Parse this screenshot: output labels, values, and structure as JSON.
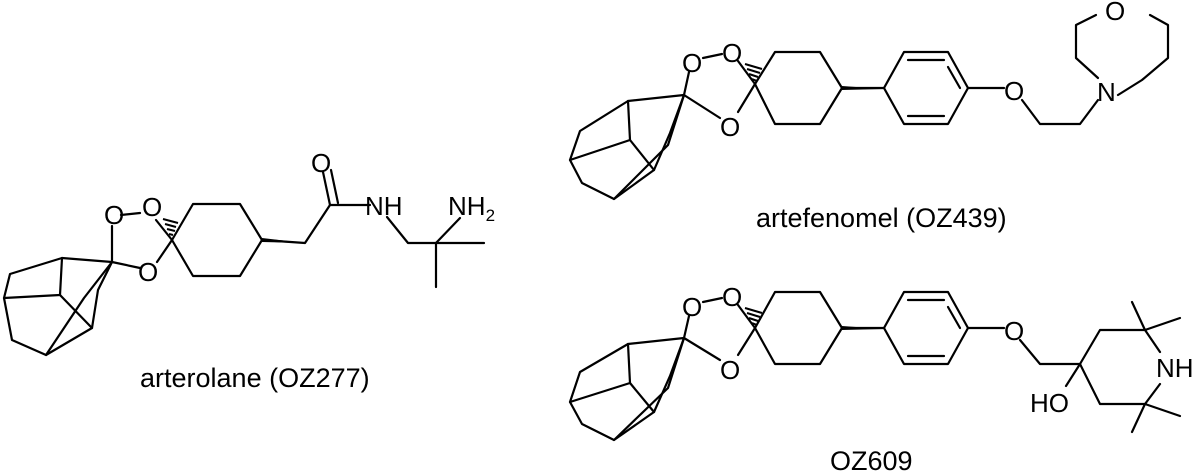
{
  "molecules": [
    {
      "caption": "arterolane (OZ277)",
      "atoms": {
        "ring_o_top_left": "O",
        "ring_o_top_right": "O",
        "ring_o_bottom": "O",
        "carbonyl_o": "O",
        "amide_nh": "NH",
        "amine_n": "NH",
        "amine_h2_sub": "2"
      }
    },
    {
      "caption": "artefenomel (OZ439)",
      "atoms": {
        "ring_o_top_left": "O",
        "ring_o_top_right": "O",
        "ring_o_bottom": "O",
        "ether_o": "O",
        "morpholine_n": "N",
        "morpholine_o": "O"
      }
    },
    {
      "caption": "OZ609",
      "atoms": {
        "ring_o_top_left": "O",
        "ring_o_top_right": "O",
        "ring_o_bottom": "O",
        "ether_o": "O",
        "piperidine_nh": "NH",
        "hydroxyl": "HO"
      }
    }
  ]
}
